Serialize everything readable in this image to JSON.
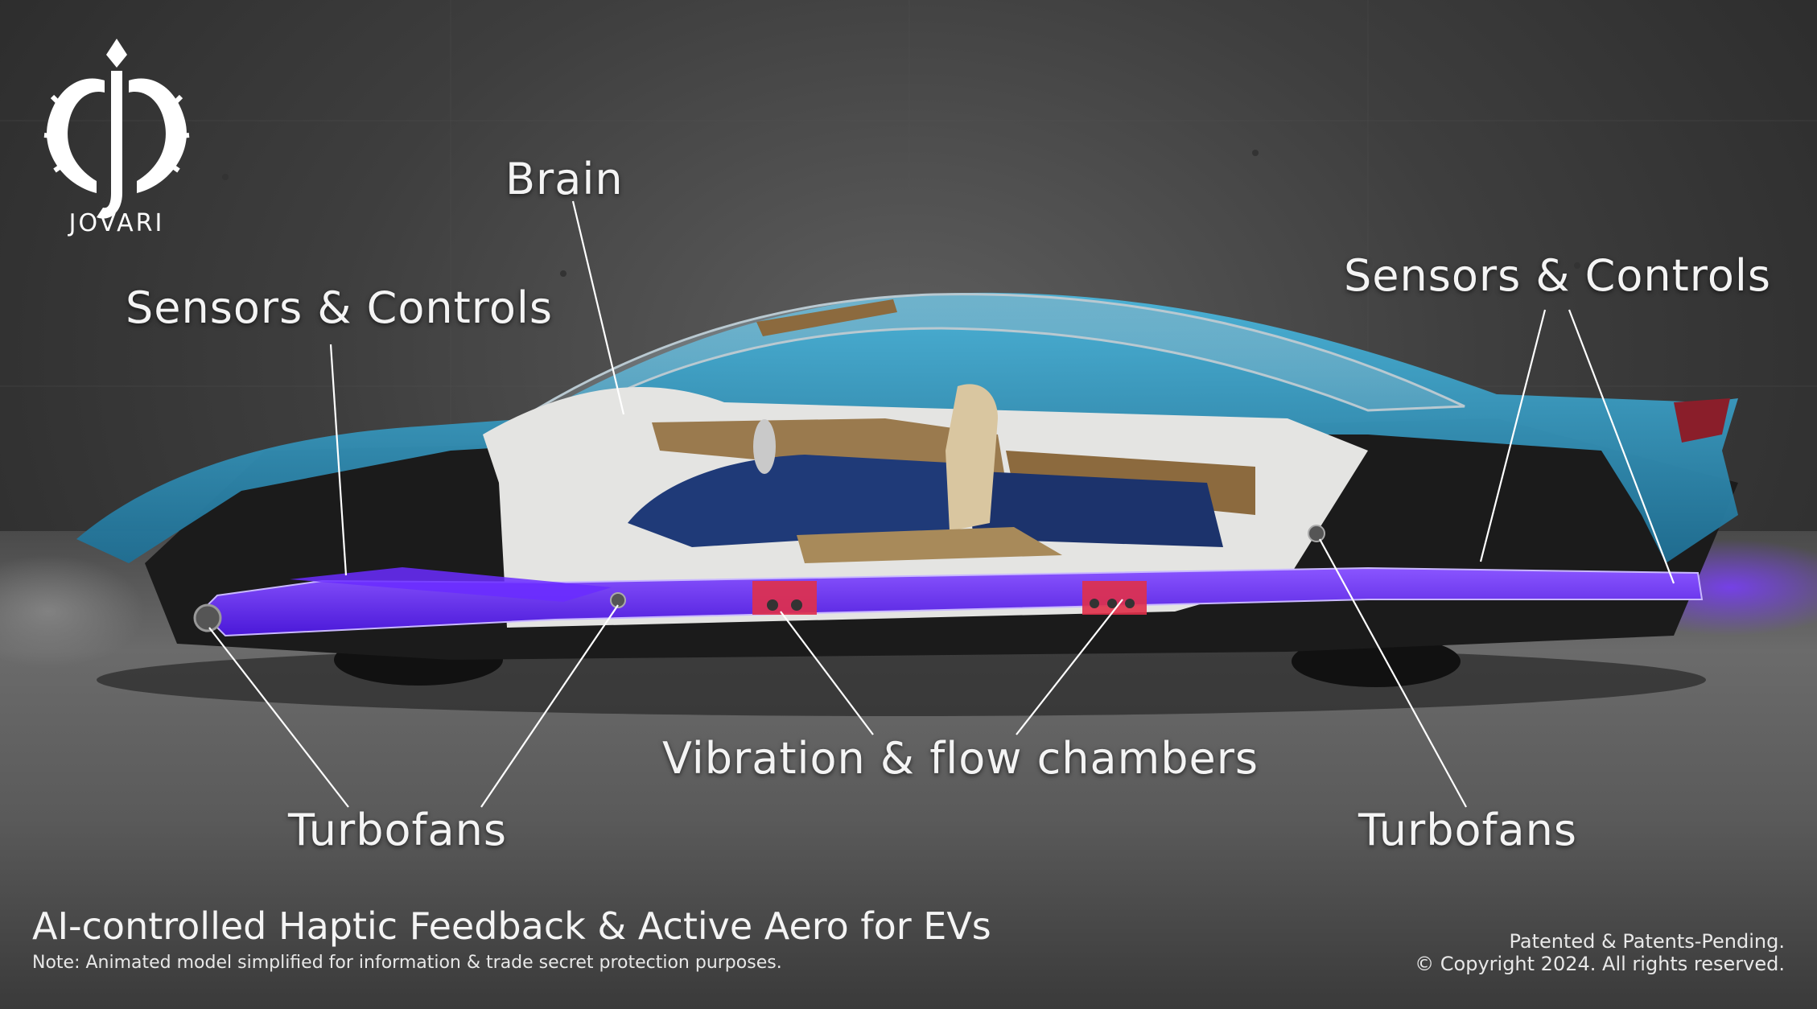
{
  "brand": {
    "name": "JOVARI",
    "logo_icon": "lion-mane-j-logo"
  },
  "callouts": {
    "brain": "Brain",
    "sensors_left": "Sensors & Controls",
    "sensors_right": "Sensors & Controls",
    "vibration": "Vibration & flow chambers",
    "turbofans_left": "Turbofans",
    "turbofans_right": "Turbofans"
  },
  "footer": {
    "headline": "AI-controlled Haptic Feedback & Active Aero for EVs",
    "note": "Note: Animated model simplified for information & trade secret protection purposes.",
    "legal_line1": "Patented & Patents-Pending.",
    "legal_line2": "© Copyright 2024. All rights reserved."
  },
  "colors": {
    "body_blue": "#3a9fc4",
    "channel_purple": "#6a2cff",
    "chamber_red": "#e0304a",
    "interior_blue": "#1f3a78",
    "wood": "#9a7a4e"
  }
}
